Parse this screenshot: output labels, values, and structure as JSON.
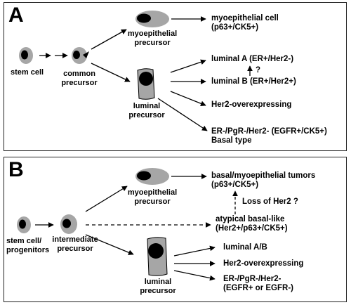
{
  "panel_a": {
    "letter": "A",
    "stem_cell": "stem cell",
    "common_precursor_l1": "common",
    "common_precursor_l2": "precursor",
    "myo_precursor_l1": "myoepithelial",
    "myo_precursor_l2": "precursor",
    "luminal_precursor_l1": "luminal",
    "luminal_precursor_l2": "precursor",
    "myo_cell_l1": "myoepithelial cell",
    "myo_cell_l2": "(p63+/CK5+)",
    "luminal_a": "luminal A (ER+/Her2-)",
    "question_mark": "?",
    "luminal_b": "luminal B (ER+/Her2+)",
    "her2": "Her2-overexpressing",
    "basal_l1": "ER-/PgR-/Her2-  (EGFR+/CK5+)",
    "basal_l2": "Basal type"
  },
  "panel_b": {
    "letter": "B",
    "stem_l1": "stem cell/",
    "stem_l2": "progenitors",
    "intermediate_l1": "intermediate",
    "intermediate_l2": "precursor",
    "myo_precursor_l1": "myoepithelial",
    "myo_precursor_l2": "precursor",
    "luminal_precursor_l1": "luminal",
    "luminal_precursor_l2": "precursor",
    "basal_myo_l1": "basal/myoepithelial tumors",
    "basal_myo_l2": "(p63+/CK5+)",
    "loss_her2": "Loss of Her2 ?",
    "atypical_l1": "atypical basal-like",
    "atypical_l2": "(Her2+/p63+/CK5+)",
    "luminal_ab": "luminal A/B",
    "her2": "Her2-overexpressing",
    "triple_l1": "ER-/PgR-/Her2-",
    "triple_l2": "(EGFR+ or EGFR-)"
  },
  "colors": {
    "cell_fill": "#a6a6a6",
    "nucleus": "#000000",
    "line": "#000000",
    "border": "#222222"
  }
}
